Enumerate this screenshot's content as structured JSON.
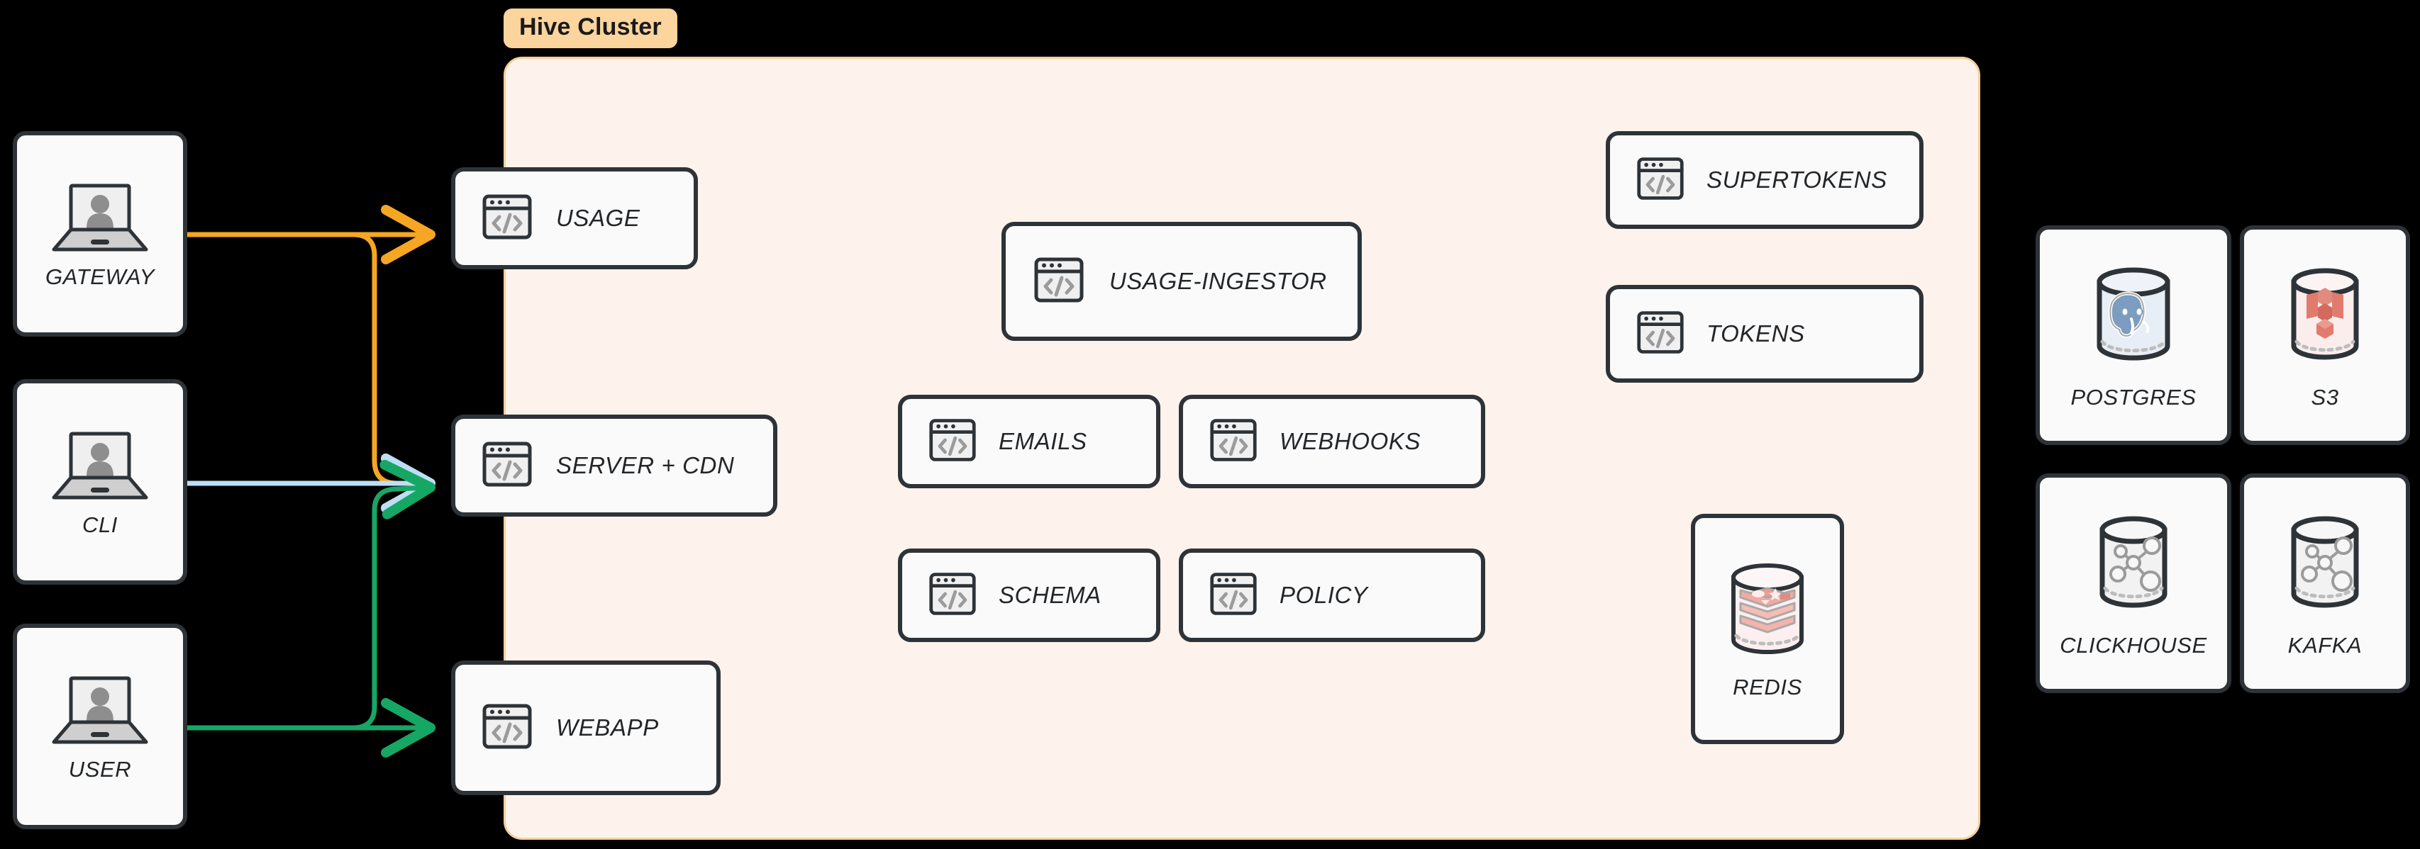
{
  "diagram": {
    "title": "Hive Cluster architecture",
    "background": "#000000"
  },
  "cluster": {
    "badge_label": "Hive Cluster",
    "badge_bg": "#FBD49E",
    "panel_bg": "#FDF3EC",
    "panel_border": "#F8CE9B"
  },
  "clients": [
    {
      "id": "gateway",
      "label": "GATEWAY",
      "icon": "laptop-user-icon"
    },
    {
      "id": "cli",
      "label": "CLI",
      "icon": "laptop-user-icon"
    },
    {
      "id": "user",
      "label": "USER",
      "icon": "laptop-user-icon"
    }
  ],
  "edge_services": [
    {
      "id": "usage",
      "label": "USAGE",
      "icon": "code-window-icon"
    },
    {
      "id": "server-cdn",
      "label": "SERVER + CDN",
      "icon": "code-window-icon"
    },
    {
      "id": "webapp",
      "label": "WEBAPP",
      "icon": "code-window-icon"
    }
  ],
  "core_services": [
    {
      "id": "usage-ingestor",
      "label": "USAGE-INGESTOR",
      "icon": "code-window-icon"
    },
    {
      "id": "emails",
      "label": "EMAILS",
      "icon": "code-window-icon"
    },
    {
      "id": "webhooks",
      "label": "WEBHOOKS",
      "icon": "code-window-icon"
    },
    {
      "id": "schema",
      "label": "SCHEMA",
      "icon": "code-window-icon"
    },
    {
      "id": "policy",
      "label": "POLICY",
      "icon": "code-window-icon"
    }
  ],
  "auth_services": [
    {
      "id": "supertokens",
      "label": "SUPERTOKENS",
      "icon": "code-window-icon"
    },
    {
      "id": "tokens",
      "label": "TOKENS",
      "icon": "code-window-icon"
    }
  ],
  "cluster_datastores": [
    {
      "id": "redis",
      "label": "REDIS",
      "icon": "redis-cylinder-icon"
    }
  ],
  "external_datastores": [
    {
      "id": "postgres",
      "label": "POSTGRES",
      "icon": "postgres-cylinder-icon"
    },
    {
      "id": "s3",
      "label": "S3",
      "icon": "s3-cylinder-icon"
    },
    {
      "id": "clickhouse",
      "label": "CLICKHOUSE",
      "icon": "network-cylinder-icon"
    },
    {
      "id": "kafka",
      "label": "KAFKA",
      "icon": "network-cylinder-icon"
    }
  ],
  "connections": [
    {
      "id": "gateway-to-usage",
      "from": "GATEWAY",
      "to": "USAGE",
      "color": "#F5A623"
    },
    {
      "id": "gateway-to-server-cdn",
      "from": "GATEWAY",
      "to": "SERVER + CDN",
      "color": "#F5A623"
    },
    {
      "id": "cli-to-server-cdn",
      "from": "CLI",
      "to": "SERVER + CDN",
      "color": "#BCDFF5"
    },
    {
      "id": "user-to-server-cdn",
      "from": "USER",
      "to": "SERVER + CDN",
      "color": "#16A765"
    },
    {
      "id": "user-to-webapp",
      "from": "USER",
      "to": "WEBAPP",
      "color": "#16A765"
    }
  ],
  "colors": {
    "node_fill": "#FAFAFA",
    "node_stroke": "#2E3338",
    "icon_gray": "#9B9B9B",
    "redis": "#F2A7A0",
    "postgres": "#7C9CC0",
    "s3": "#E07B6E"
  }
}
